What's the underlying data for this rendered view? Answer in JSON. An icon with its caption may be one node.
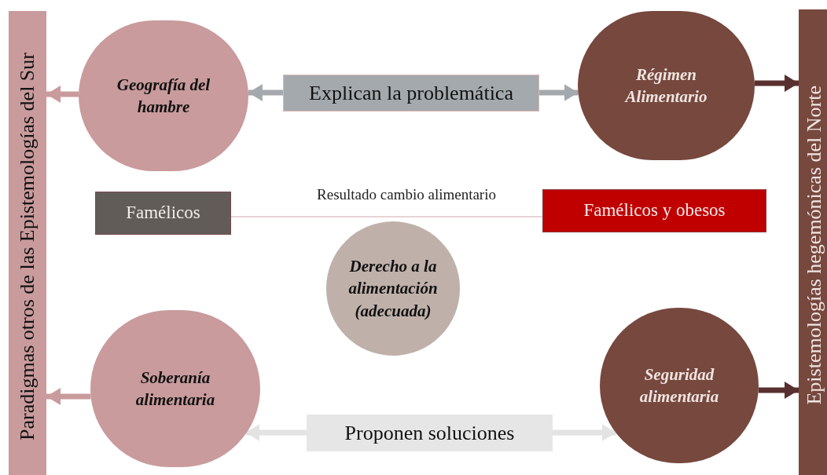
{
  "diagram": {
    "nodes": [
      {
        "text": [
          "Paradigmas otros de las Epistemologías del Sur"
        ]
      },
      {
        "text": [
          "Epistemologías hegemónicas del Norte"
        ]
      },
      {
        "text": [
          "Geografía del hambre"
        ]
      },
      {
        "text": [
          "Explican la problemática"
        ]
      },
      {
        "text": [
          "Régimen Alimentario"
        ]
      },
      {
        "text": [
          "Famélicos"
        ]
      },
      {
        "text": [
          "Famélicos y obesos"
        ]
      },
      {
        "text": [
          "Derecho a la alimentación (adecuada)"
        ]
      },
      {
        "text": [
          "Soberanía alimentaria"
        ]
      },
      {
        "text": [
          "Proponen soluciones"
        ]
      },
      {
        "text": [
          "Seguridad alimentaria"
        ]
      }
    ],
    "edges": [
      {
        "from": 2,
        "to": 0,
        "arrow": "to",
        "color": "#c99b9c"
      },
      {
        "from": 3,
        "to": 2,
        "arrow": "to",
        "color": "#a4a9ad"
      },
      {
        "from": 3,
        "to": 4,
        "arrow": "to",
        "color": "#a4a9ad"
      },
      {
        "from": 4,
        "to": 1,
        "arrow": "to",
        "color": "#58302f"
      },
      {
        "from": 5,
        "to": 6,
        "arrow": "none",
        "label": "Resultado cambio alimentario",
        "color": "#d0a9ac"
      },
      {
        "from": 8,
        "to": 0,
        "arrow": "to",
        "color": "#c99b9c"
      },
      {
        "from": 9,
        "to": 8,
        "arrow": "to",
        "color": "#e3e3e3"
      },
      {
        "from": 9,
        "to": 10,
        "arrow": "to",
        "color": "#e3e3e3"
      },
      {
        "from": 10,
        "to": 1,
        "arrow": "to",
        "color": "#58302f"
      }
    ]
  }
}
